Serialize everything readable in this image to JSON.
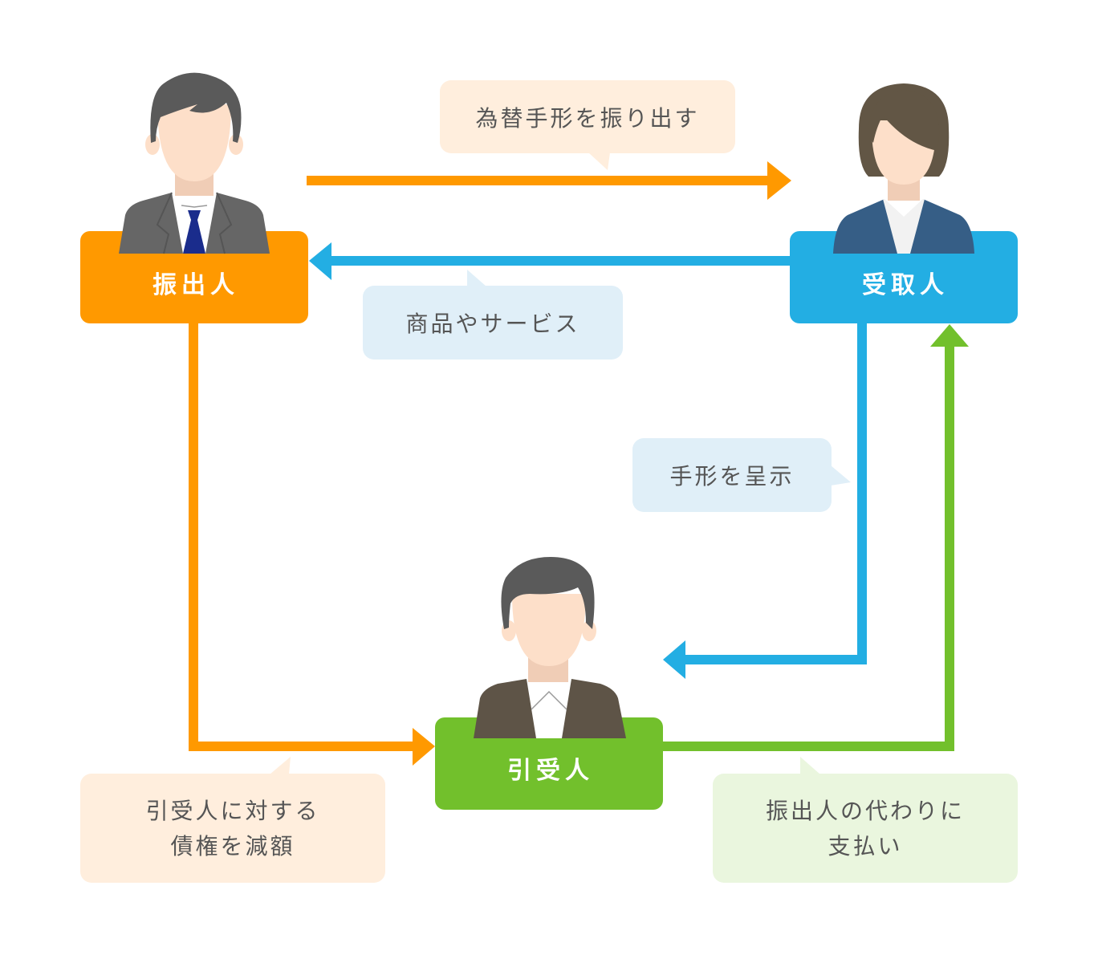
{
  "colors": {
    "orange": "#FF9900",
    "blue": "#23AEE3",
    "green": "#72C02C",
    "bubble_orange": "#FFEEDD",
    "bubble_blue": "#E0EFF8",
    "bubble_green": "#EAF6DE",
    "text": "#555555",
    "skin": "#FDDFC9",
    "neck": "#F0CDB6",
    "hair_dark": "#5A5A5A",
    "hair_brown": "#625645",
    "suit_gray": "#666666",
    "suit_navy": "#365E86",
    "suit_brown": "#5E5447",
    "tie": "#1A2C8C"
  },
  "roles": {
    "drawer": {
      "label": "振出人",
      "figure": "man-in-gray-suit-with-tie"
    },
    "payee": {
      "label": "受取人",
      "figure": "woman-in-navy-suit"
    },
    "acceptor": {
      "label": "引受人",
      "figure": "man-in-brown-suit"
    }
  },
  "flows": [
    {
      "id": "draw-bill",
      "from": "drawer",
      "to": "payee",
      "color": "orange",
      "caption_lines": [
        "為替手形を振り出す"
      ]
    },
    {
      "id": "goods",
      "from": "payee",
      "to": "drawer",
      "color": "blue",
      "caption_lines": [
        "商品やサービス"
      ]
    },
    {
      "id": "present",
      "from": "payee",
      "to": "acceptor",
      "color": "blue",
      "caption_lines": [
        "手形を呈示"
      ]
    },
    {
      "id": "reduce-claim",
      "from": "drawer",
      "to": "acceptor",
      "color": "orange",
      "caption_lines": [
        "引受人に対する",
        "債権を減額"
      ]
    },
    {
      "id": "pay",
      "from": "acceptor",
      "to": "payee",
      "color": "green",
      "caption_lines": [
        "振出人の代わりに",
        "支払い"
      ]
    }
  ]
}
